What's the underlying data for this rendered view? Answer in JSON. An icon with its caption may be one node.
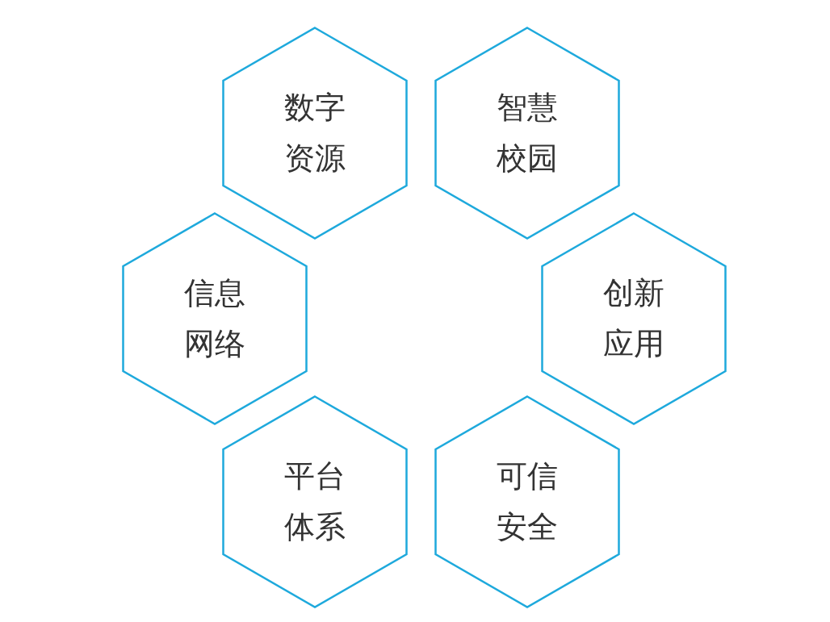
{
  "diagram": {
    "nodes": [
      {
        "text": [
          "数字资源"
        ]
      },
      {
        "text": [
          "智慧校园"
        ]
      },
      {
        "text": [
          "信息网络"
        ]
      },
      {
        "text": [
          "创新应用"
        ]
      },
      {
        "text": [
          "平台体系"
        ]
      },
      {
        "text": [
          "可信安全"
        ]
      }
    ]
  }
}
